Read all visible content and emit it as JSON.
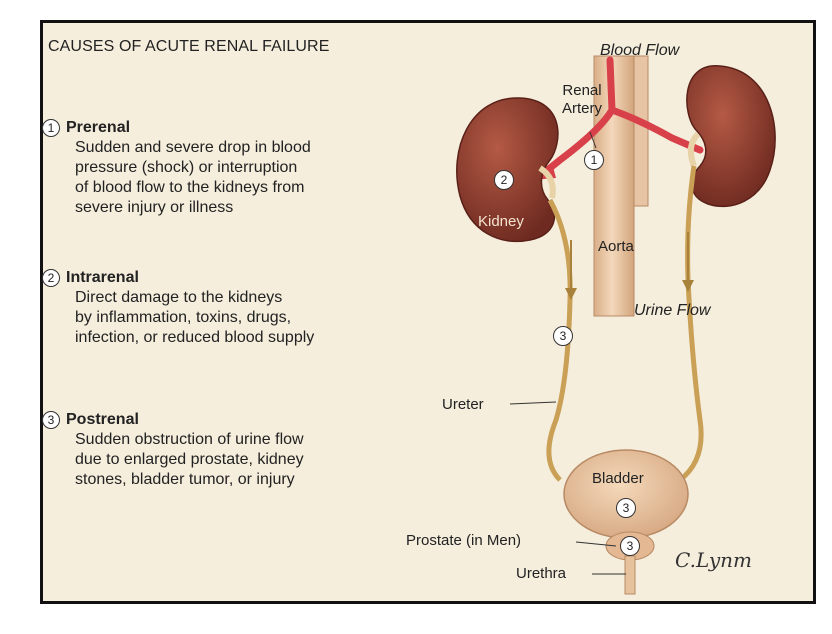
{
  "title": "CAUSES OF ACUTE RENAL FAILURE",
  "causes": [
    {
      "number": "1",
      "name": "Prerenal",
      "description": "Sudden and severe drop in blood\npressure (shock) or interruption\nof blood flow to the kidneys from\nsevere injury or illness"
    },
    {
      "number": "2",
      "name": "Intrarenal",
      "description": "Direct damage to the kidneys\nby inflammation, toxins, drugs,\ninfection, or reduced blood supply"
    },
    {
      "number": "3",
      "name": "Postrenal",
      "description": "Sudden obstruction of urine flow\ndue to enlarged prostate, kidney\nstones, bladder tumor, or injury"
    }
  ],
  "labels": {
    "blood_flow": "Blood Flow",
    "renal_artery": "Renal\nArtery",
    "kidney": "Kidney",
    "aorta": "Aorta",
    "urine_flow": "Urine Flow",
    "ureter": "Ureter",
    "bladder": "Bladder",
    "prostate": "Prostate (in Men)",
    "urethra": "Urethra"
  },
  "markers": {
    "artery": "1",
    "kidney": "2",
    "ureter": "3",
    "bladder": "3",
    "prostate": "3"
  },
  "signature": "C.Lynm",
  "colors": {
    "background": "#f5eedd",
    "kidney": "#8e3a2e",
    "artery": "#d8404a",
    "aorta": "#ecc9a6",
    "ureter": "#c9a055",
    "bladder": "#ecc9a6"
  }
}
